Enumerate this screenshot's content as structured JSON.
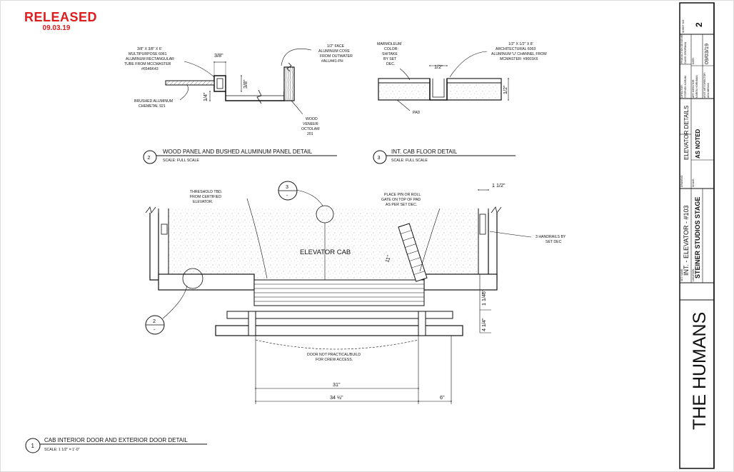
{
  "stamp": {
    "status": "RELEASED",
    "date": "09.03.19"
  },
  "detail2": {
    "number": "2",
    "title": "WOOD PANEL AND BUSHED ALUMINUM PANEL DETAIL",
    "scale": "SCALE: FULL SCALE",
    "note_tube": [
      "3/8\" X 3/8\" X 6'",
      "MULTIPURPOSE 6061",
      "ALUMINUM RECTANGULAR",
      "TUBE FROM MCCMASTER",
      "#6546K43"
    ],
    "note_brushed": [
      "BRUSHED ALUMINUM",
      "CHEMETAL 921"
    ],
    "note_cove": [
      "1/2\" FACE",
      "ALUMINUM COVE",
      "FROM OUTWATER",
      "#ALU441-PH"
    ],
    "note_wood": [
      "WOOD",
      "VENEER:",
      "OCTOLAM",
      "201"
    ],
    "dim_a": "3/8\"",
    "dim_b": "3/8\"",
    "dim_c": "1/4\""
  },
  "detail3": {
    "number": "3",
    "title": "INT. CAB FLOOR DETAIL",
    "scale": "SCALE: FULL SCALE",
    "note_marmoleum": [
      "MARMOLEUM",
      "COLOR:",
      "SHITAKE",
      "BY SET",
      "DEC."
    ],
    "note_channel": [
      "1/2\" X 1/2\" X 8'",
      "ARCHITECTURAL 6063",
      "ALUMINUM 'U' CHANNEL FROM",
      "MCMASTER: #9001K6"
    ],
    "note_pad": "PAD",
    "dim_top": "1/2\"",
    "dim_side": "1/2\""
  },
  "detail1": {
    "number": "1",
    "title": "CAB INTERIOR DOOR AND EXTERIOR DOOR DETAIL",
    "scale": "SCALE: 1 1/2\" = 1'-0\"",
    "cab_label": "ELEVATOR CAB",
    "note_threshold": [
      "THRESHOLD TBD.",
      "FROM CERTIFIED",
      "ELEVATOR."
    ],
    "note_gate": [
      "PLACE PIN OR ROLL",
      "GATE ON TOP OF PAD",
      "AS PER SET DEC."
    ],
    "note_handrails": [
      "3 HANDRAILS BY",
      "SET DEC"
    ],
    "note_door": [
      "DOOR NOT PRACTICAL/BUILD",
      "FOR CREW ACCESS."
    ],
    "callout_top": {
      "number": "3",
      "sheet": "-"
    },
    "callout_left": {
      "number": "2",
      "sheet": "-"
    },
    "dim_1half": "1 1/2\"",
    "dim_gate": "11\"",
    "dim_6": "6\"",
    "dim_1quarter": "1 1/4\"",
    "dim_4quarter": "4 1/4\"",
    "dim_31": "31\"",
    "dim_34": "34 ½\"",
    "dim_6b": "6\""
  },
  "title_block": {
    "sheet_no_label": "SHEET NO.",
    "sheet_no": "2",
    "director_label": "DIRECTOR:",
    "director": "STEPHEN KARAM",
    "designer_label": "PRODUCTION DESIGNER:",
    "designer": "DAVID GROPMAN",
    "art_director_label": "ART DIRECTOR:",
    "art_director": "KAREN HORNMAN",
    "asst_art_director_label": "ASST ART DIRECTOR:",
    "asst_art_director": "ADA MEDAK",
    "drawing_label": "DRAWING:",
    "drawing": "ELEVATOR DETAILS",
    "scale_label": "SCALE:",
    "scale": "AS NOTED",
    "date_label": "DATE:",
    "date": "09/03/19",
    "set_label": "SET NAME:",
    "set_name": "INT. - ELEVATOR - #103",
    "location_label": "LOCATION:",
    "location": "STEINER STUDIOS STAGE",
    "project": "THE HUMANS"
  }
}
